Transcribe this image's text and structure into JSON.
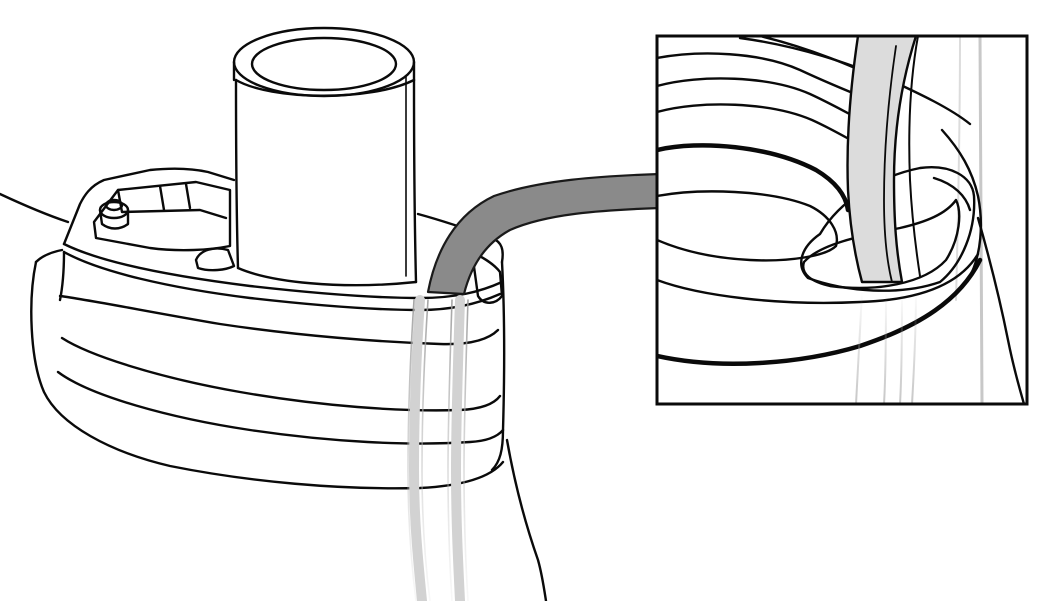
{
  "figure": {
    "kind": "technical line illustration",
    "colors": {
      "ink": "#0a0a0a",
      "background": "#ffffff",
      "hose_fill": "#8a8a8a",
      "hose_outline": "#1a1a1a",
      "cable_highlight": "#dcdcdc",
      "cable_shadow": "#b5b5b5"
    },
    "panels": [
      "main-view",
      "detail-inset"
    ]
  }
}
